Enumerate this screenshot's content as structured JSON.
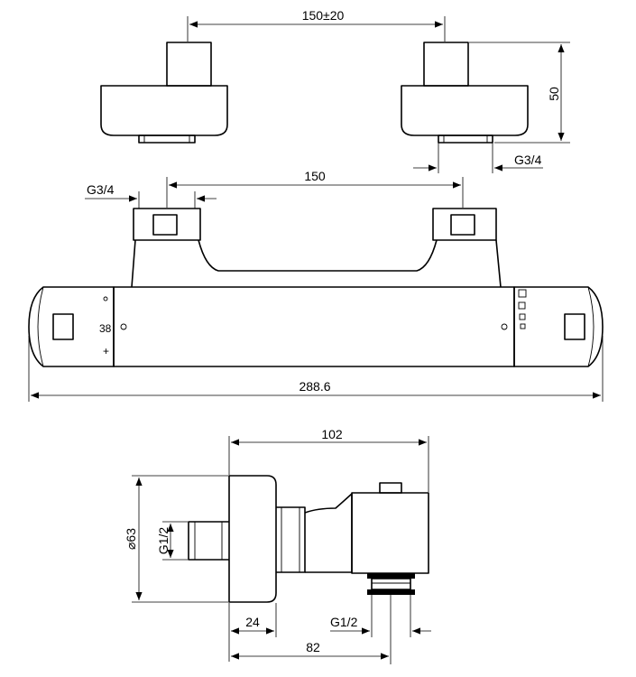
{
  "dimensions": {
    "top_spacing": "150±20",
    "top_height": "50",
    "top_thread": "G3/4",
    "middle_spacing": "150",
    "middle_thread": "G3/4",
    "body_length": "288.6",
    "side_depth": "102",
    "side_diameter": "⌀63",
    "side_inlet_thread": "G1/2",
    "side_knob_depth": "24",
    "side_outlet_thread": "G1/2",
    "side_outlet_offset": "82"
  },
  "body_markings": {
    "temperature": "38",
    "plus": "+"
  }
}
